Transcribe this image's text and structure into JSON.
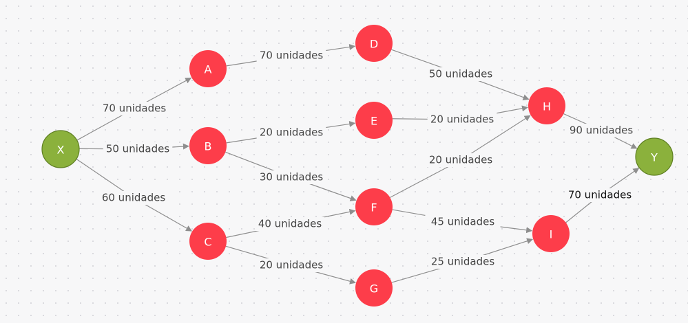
{
  "diagram": {
    "colors": {
      "node_red": "#fd3d4a",
      "node_green": "#8bb13c",
      "node_green_stroke": "#5e7f22",
      "edge": "#8e8e8e",
      "label_text": "#454545",
      "label_text_dark": "#111111"
    },
    "nodes": [
      {
        "id": "X",
        "label": "X",
        "kind": "green"
      },
      {
        "id": "A",
        "label": "A",
        "kind": "red"
      },
      {
        "id": "B",
        "label": "B",
        "kind": "red"
      },
      {
        "id": "C",
        "label": "C",
        "kind": "red"
      },
      {
        "id": "D",
        "label": "D",
        "kind": "red"
      },
      {
        "id": "E",
        "label": "E",
        "kind": "red"
      },
      {
        "id": "F",
        "label": "F",
        "kind": "red"
      },
      {
        "id": "G",
        "label": "G",
        "kind": "red"
      },
      {
        "id": "H",
        "label": "H",
        "kind": "red"
      },
      {
        "id": "I",
        "label": "I",
        "kind": "red"
      },
      {
        "id": "Y",
        "label": "Y",
        "kind": "green"
      }
    ],
    "edges": [
      {
        "from": "X",
        "to": "A",
        "label": "70 unidades"
      },
      {
        "from": "X",
        "to": "B",
        "label": "50 unidades"
      },
      {
        "from": "X",
        "to": "C",
        "label": "60 unidades"
      },
      {
        "from": "A",
        "to": "D",
        "label": "70 unidades"
      },
      {
        "from": "B",
        "to": "E",
        "label": "20 unidades"
      },
      {
        "from": "B",
        "to": "F",
        "label": "30 unidades"
      },
      {
        "from": "C",
        "to": "F",
        "label": "40 unidades"
      },
      {
        "from": "C",
        "to": "G",
        "label": "20 unidades"
      },
      {
        "from": "D",
        "to": "H",
        "label": "50 unidades"
      },
      {
        "from": "E",
        "to": "H",
        "label": "20 unidades"
      },
      {
        "from": "F",
        "to": "H",
        "label": "20 unidades"
      },
      {
        "from": "F",
        "to": "I",
        "label": "45  unidades"
      },
      {
        "from": "G",
        "to": "I",
        "label": "25 unidades"
      },
      {
        "from": "H",
        "to": "Y",
        "label": "90 unidades"
      },
      {
        "from": "I",
        "to": "Y",
        "label": "70 unidades",
        "emphasis": true
      }
    ]
  }
}
